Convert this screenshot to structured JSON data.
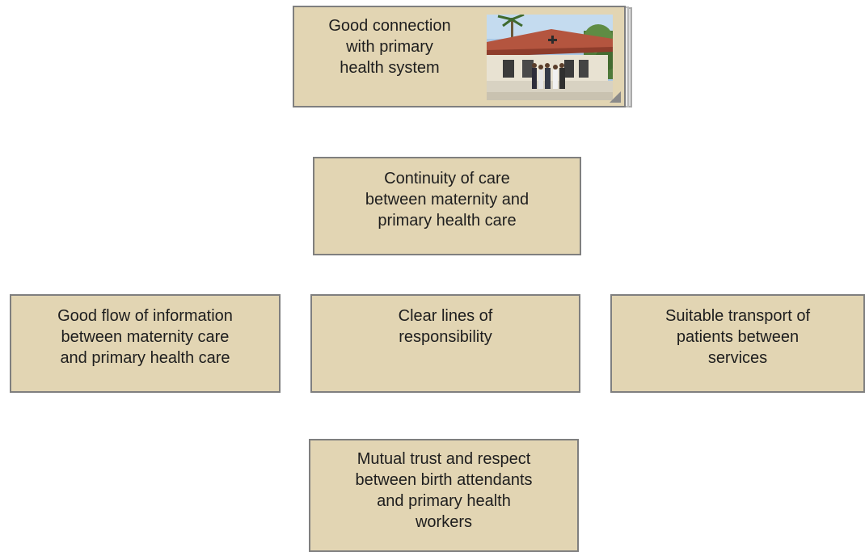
{
  "diagram": {
    "top": {
      "label": "Good connection\nwith primary\nhealth system"
    },
    "continuity": {
      "label": "Continuity of care\nbetween maternity and\nprimary health care"
    },
    "row": {
      "information": "Good flow of information\nbetween maternity care\nand primary health care",
      "responsibility": "Clear lines of\nresponsibility",
      "transport": "Suitable transport of\npatients between\nservices"
    },
    "trust": {
      "label": "Mutual trust and respect\nbetween birth attendants\nand primary health\nworkers"
    }
  },
  "colors": {
    "node_fill": "#e2d5b3",
    "node_border": "#7f7f7f",
    "text": "#1e1e1e"
  },
  "icons": {
    "photo": "health-center-photo",
    "corner": "expand-corner-icon"
  }
}
